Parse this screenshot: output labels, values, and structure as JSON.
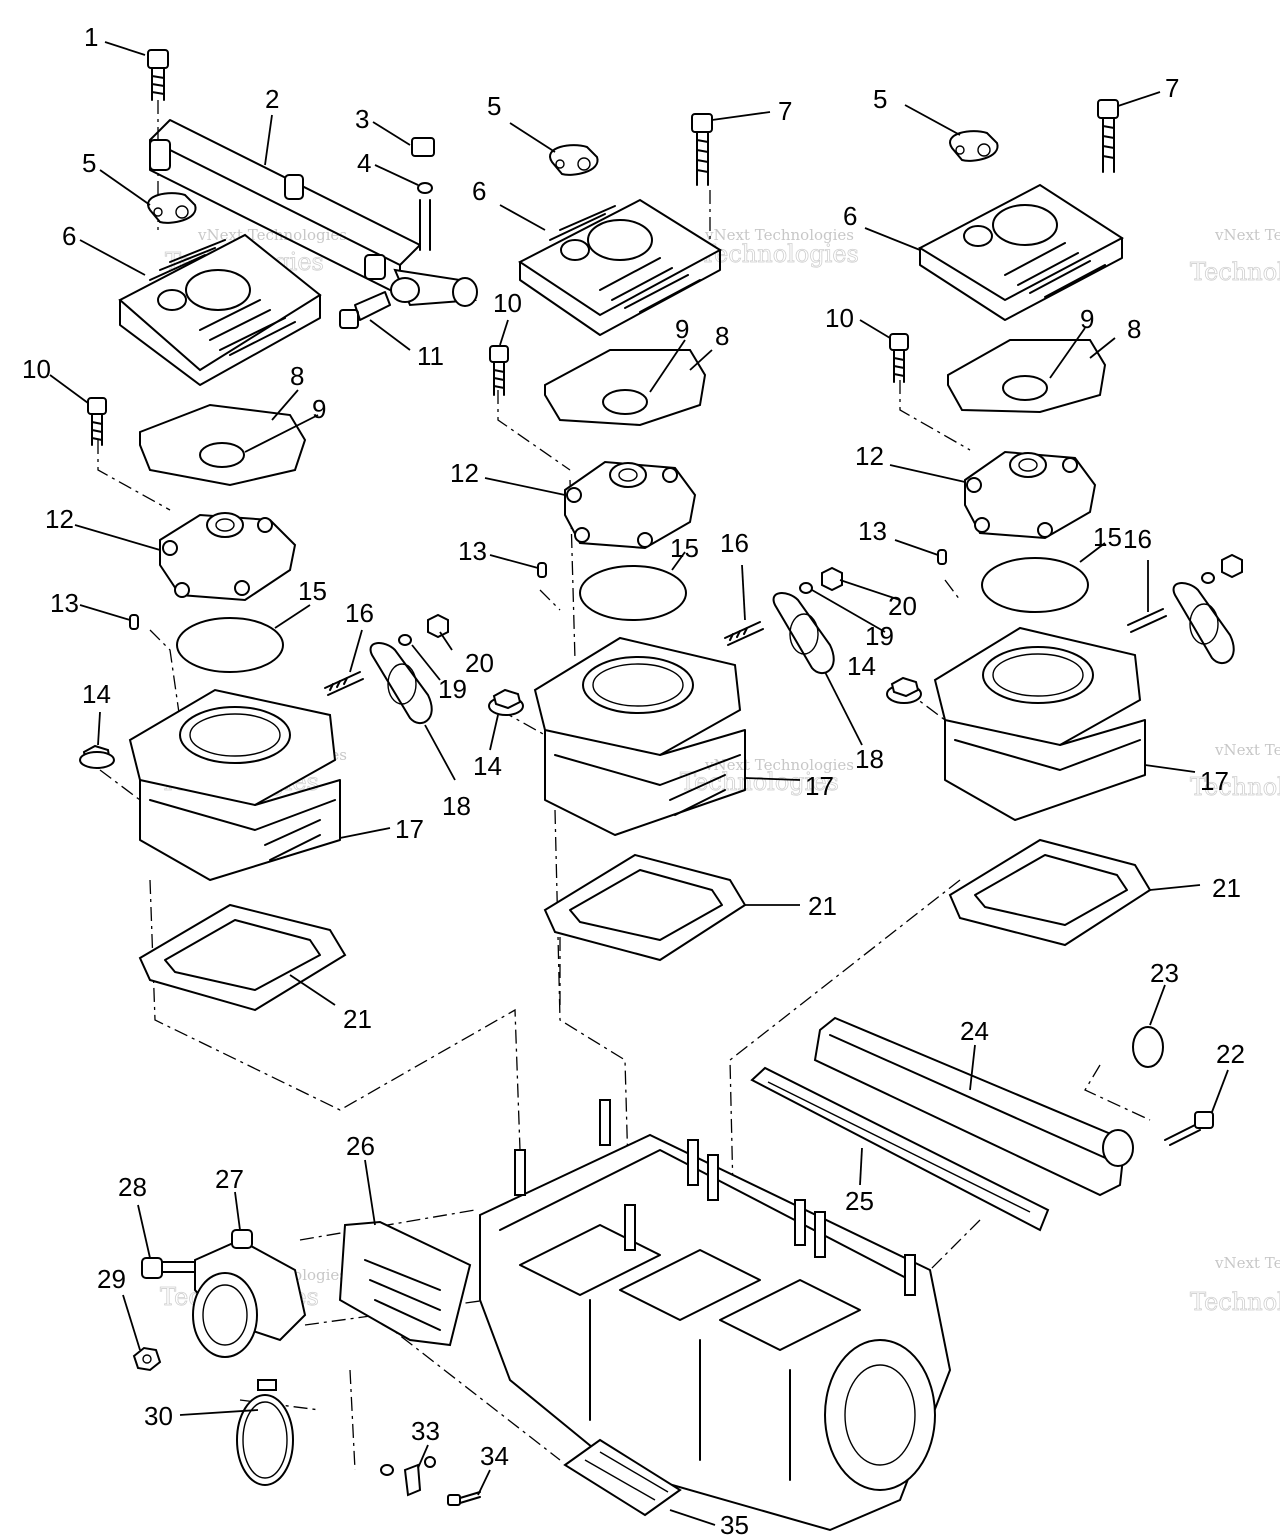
{
  "watermark": {
    "line1": "vNext Technologies",
    "line2": "Technologies",
    "line3": "vNext"
  },
  "callouts": [
    {
      "id": "c1",
      "text": "1"
    },
    {
      "id": "c2",
      "text": "2"
    },
    {
      "id": "c3",
      "text": "3"
    },
    {
      "id": "c4",
      "text": "4"
    },
    {
      "id": "c5a",
      "text": "5"
    },
    {
      "id": "c5b",
      "text": "5"
    },
    {
      "id": "c5c",
      "text": "5"
    },
    {
      "id": "c6a",
      "text": "6"
    },
    {
      "id": "c6b",
      "text": "6"
    },
    {
      "id": "c6c",
      "text": "6"
    },
    {
      "id": "c7a",
      "text": "7"
    },
    {
      "id": "c7b",
      "text": "7"
    },
    {
      "id": "c8a",
      "text": "8"
    },
    {
      "id": "c8b",
      "text": "8"
    },
    {
      "id": "c8c",
      "text": "8"
    },
    {
      "id": "c9a",
      "text": "9"
    },
    {
      "id": "c9b",
      "text": "9"
    },
    {
      "id": "c9c",
      "text": "9"
    },
    {
      "id": "c10a",
      "text": "10"
    },
    {
      "id": "c10b",
      "text": "10"
    },
    {
      "id": "c10c",
      "text": "10"
    },
    {
      "id": "c11",
      "text": "11"
    },
    {
      "id": "c12a",
      "text": "12"
    },
    {
      "id": "c12b",
      "text": "12"
    },
    {
      "id": "c12c",
      "text": "12"
    },
    {
      "id": "c13a",
      "text": "13"
    },
    {
      "id": "c13b",
      "text": "13"
    },
    {
      "id": "c13c",
      "text": "13"
    },
    {
      "id": "c14a",
      "text": "14"
    },
    {
      "id": "c14b",
      "text": "14"
    },
    {
      "id": "c14c",
      "text": "14"
    },
    {
      "id": "c15a",
      "text": "15"
    },
    {
      "id": "c15b",
      "text": "15"
    },
    {
      "id": "c15c",
      "text": "15"
    },
    {
      "id": "c16a",
      "text": "16"
    },
    {
      "id": "c16b",
      "text": "16"
    },
    {
      "id": "c16c",
      "text": "16"
    },
    {
      "id": "c17a",
      "text": "17"
    },
    {
      "id": "c17b",
      "text": "17"
    },
    {
      "id": "c17c",
      "text": "17"
    },
    {
      "id": "c18a",
      "text": "18"
    },
    {
      "id": "c18b",
      "text": "18"
    },
    {
      "id": "c19a",
      "text": "19"
    },
    {
      "id": "c19b",
      "text": "19"
    },
    {
      "id": "c20a",
      "text": "20"
    },
    {
      "id": "c20b",
      "text": "20"
    },
    {
      "id": "c21a",
      "text": "21"
    },
    {
      "id": "c21b",
      "text": "21"
    },
    {
      "id": "c21c",
      "text": "21"
    },
    {
      "id": "c22",
      "text": "22"
    },
    {
      "id": "c23",
      "text": "23"
    },
    {
      "id": "c24",
      "text": "24"
    },
    {
      "id": "c25",
      "text": "25"
    },
    {
      "id": "c26",
      "text": "26"
    },
    {
      "id": "c27",
      "text": "27"
    },
    {
      "id": "c28",
      "text": "28"
    },
    {
      "id": "c29",
      "text": "29"
    },
    {
      "id": "c30",
      "text": "30"
    },
    {
      "id": "c33",
      "text": "33"
    },
    {
      "id": "c34",
      "text": "34"
    },
    {
      "id": "c35",
      "text": "35"
    }
  ]
}
